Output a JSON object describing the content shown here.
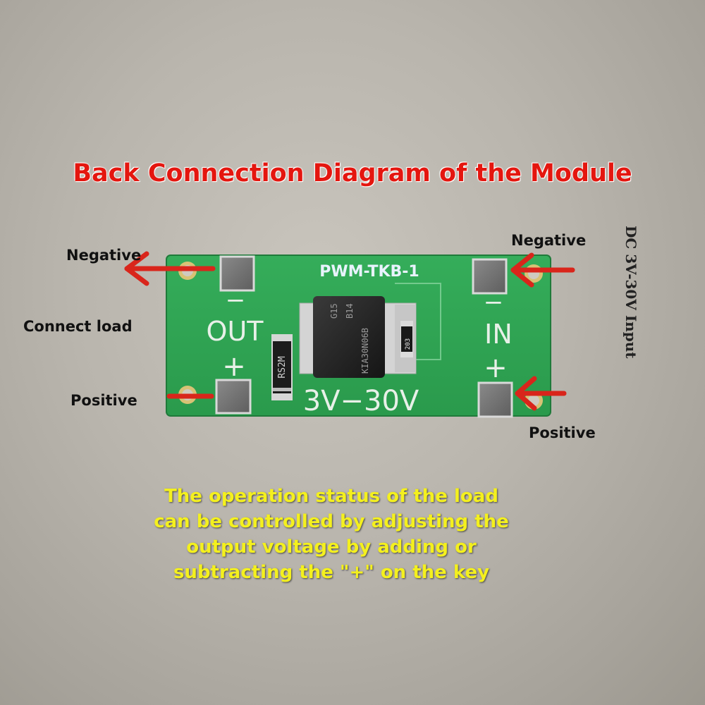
{
  "title": "Back Connection Diagram of the Module",
  "board": {
    "model": "PWM-TKB-1",
    "out_label": "OUT",
    "in_label": "IN",
    "minus": "−",
    "plus": "+",
    "voltage_range": "3V−30V",
    "mosfet_lines": [
      "G15",
      "B14",
      "KIA30N06B"
    ],
    "diode_marking": "RS2M",
    "resistor_marking": "203"
  },
  "labels": {
    "out_negative": "Negative",
    "connect_load": "Connect load",
    "out_positive": "Positive",
    "in_negative": "Negative",
    "in_positive": "Positive",
    "input_spec": "DC 3V-30V Input"
  },
  "note_lines": [
    "The operation status of the load",
    "can be controlled by adjusting the",
    "output voltage by adding or",
    "subtracting the \"+\" on the key"
  ],
  "colors": {
    "title": "#e4160f",
    "arrow": "#d9251b",
    "pcb": "#2fa552",
    "note": "#f4f01e"
  }
}
